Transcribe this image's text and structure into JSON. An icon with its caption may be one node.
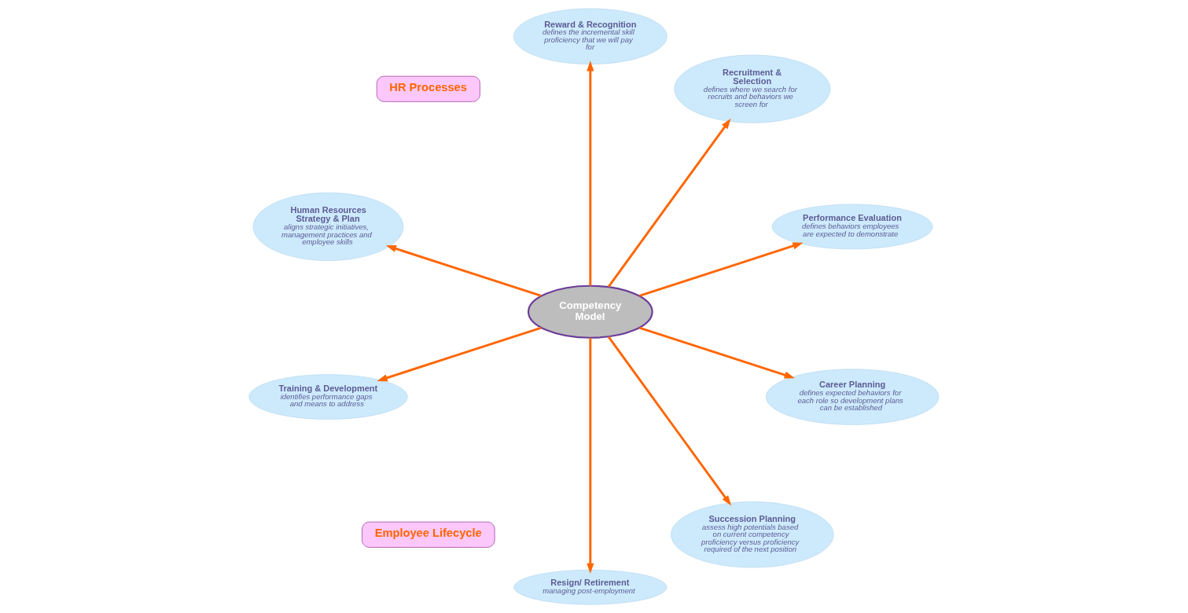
{
  "diagram": {
    "nodes": [
      {
        "text": [
          "Performance Evaluation",
          "defines behaviors employees are expected to demonstrate"
        ]
      },
      {
        "text": [
          "Recruitment & Selection",
          "defines where we search for recruits and behaviors we screen for"
        ]
      },
      {
        "text": [
          "Reward & Recognition",
          "defines the incremental skill proficiency that we will pay for"
        ]
      },
      {
        "text": [
          "HR Processes"
        ]
      },
      {
        "text": [
          "Human Resources Strategy & Plan",
          "aligns strategic initiatives, management practices and employee skills"
        ]
      },
      {
        "text": [
          "Competency Model"
        ]
      },
      {
        "text": [
          "Training & Development",
          "identifies performance gaps and means to address"
        ]
      },
      {
        "text": [
          "Employee Lifecycle"
        ]
      },
      {
        "text": [
          "Resign/ Retirement",
          "managing post-employment"
        ]
      },
      {
        "text": [
          "Succession Planning",
          "assess high potentials based on current competency proficiency versus proficiency required of the next position"
        ]
      },
      {
        "text": [
          "Career Planning",
          "defines expected behaviors for each role so development plans can be established"
        ]
      }
    ],
    "edges": [
      {
        "from": 5,
        "to": 0,
        "arrow": "to"
      },
      {
        "from": 5,
        "to": 2,
        "arrow": "to"
      },
      {
        "from": 5,
        "to": 6,
        "arrow": "to"
      },
      {
        "from": 5,
        "to": 10,
        "arrow": "to"
      },
      {
        "from": 5,
        "to": 9,
        "arrow": "to"
      },
      {
        "from": 5,
        "to": 8,
        "arrow": "to"
      },
      {
        "from": 5,
        "to": 4,
        "arrow": "to"
      },
      {
        "from": 5,
        "to": 1,
        "arrow": "to"
      }
    ]
  }
}
